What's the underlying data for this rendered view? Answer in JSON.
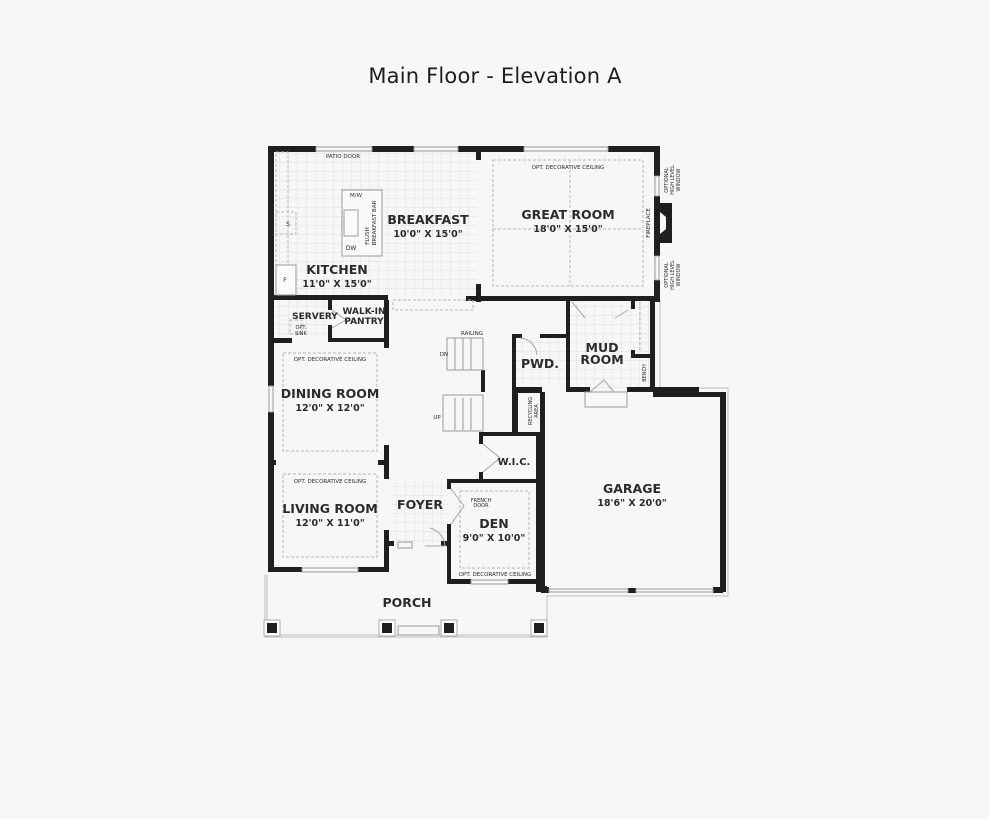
{
  "title": "Main Floor - Elevation A",
  "rooms": {
    "kitchen": {
      "name": "KITCHEN",
      "dims": "11'0\" X 15'0\""
    },
    "breakfast": {
      "name": "BREAKFAST",
      "dims": "10'0\" X 15'0\""
    },
    "great_room": {
      "name": "GREAT ROOM",
      "dims": "18'0\" X 15'0\""
    },
    "servery": {
      "name": "SERVERY"
    },
    "walk_in_pantry": {
      "name_line1": "WALK-IN",
      "name_line2": "PANTRY"
    },
    "dining_room": {
      "name": "DINING ROOM",
      "dims": "12'0\" X 12'0\""
    },
    "living_room": {
      "name": "LIVING ROOM",
      "dims": "12'0\" X 11'0\""
    },
    "foyer": {
      "name": "FOYER"
    },
    "den": {
      "name": "DEN",
      "dims": "9'0\" X 10'0\""
    },
    "pwd": {
      "name": "PWD."
    },
    "mud_room": {
      "name_line1": "MUD",
      "name_line2": "ROOM"
    },
    "wic": {
      "name": "W.I.C."
    },
    "garage": {
      "name": "GARAGE",
      "dims": "18'6\" X 20'0\""
    },
    "porch": {
      "name": "PORCH"
    }
  },
  "annotations": {
    "patio_door": "PATIO DOOR",
    "mw": "M/W",
    "dw": "DW",
    "stove": "S",
    "fridge": "F",
    "flush_bar_1": "FLUSH",
    "flush_bar_2": "BREAKFAST BAR",
    "opt_ceiling_great": "OPT. DECORATIVE CEILING",
    "opt_ceiling_dining": "OPT. DECORATIVE CEILING",
    "opt_ceiling_living": "OPT. DECORATIVE CEILING",
    "opt_ceiling_den": "OPT. DECORATIVE CEILING",
    "opt_window_1": "OPTIONAL",
    "opt_window_2": "HIGH LEVEL",
    "opt_window_3": "WINDOW",
    "fireplace": "FIREPLACE",
    "opt_sink_1": "OPT.",
    "opt_sink_2": "SINK",
    "railing": "RAILING",
    "dn": "DN",
    "up": "UP",
    "bench": "BENCH",
    "recycling_1": "RECYCLING",
    "recycling_2": "AREA",
    "french_door_1": "FRENCH",
    "french_door_2": "DOOR"
  }
}
